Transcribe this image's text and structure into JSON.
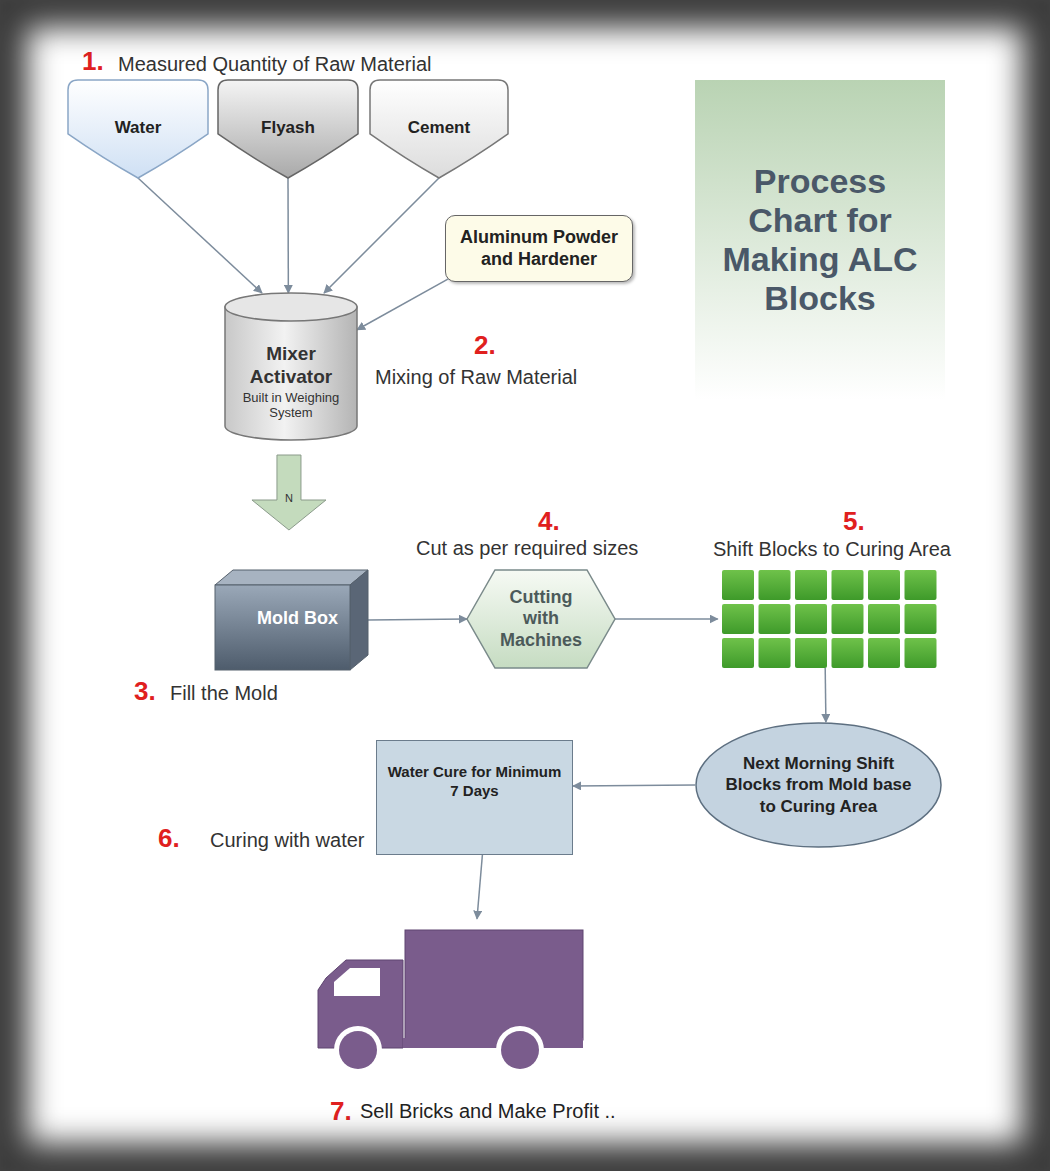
{
  "diagram": {
    "title": "Process Chart for Making ALC Blocks",
    "nodes": [
      {
        "text": [
          "Water"
        ]
      },
      {
        "text": [
          "Flyash"
        ]
      },
      {
        "text": [
          "Cement"
        ]
      },
      {
        "text": [
          "Aluminum Powder and Hardener"
        ]
      },
      {
        "text": [
          "Mixer Activator",
          "Built in Weighing System"
        ]
      },
      {
        "text": [
          "Mold Box"
        ]
      },
      {
        "text": [
          "Cutting with Machines"
        ]
      },
      {
        "text": [
          "Shift Blocks to Curing Area"
        ]
      },
      {
        "text": [
          "Next Morning Shift Blocks from Mold base to Curing Area"
        ]
      },
      {
        "text": [
          "Water Cure for Minimum 7 Days"
        ]
      },
      {
        "text": [
          "Sell Bricks and Make Profit .."
        ]
      }
    ],
    "edges": [
      {
        "from": 0,
        "to": 4,
        "arrow": "to"
      },
      {
        "from": 1,
        "to": 4,
        "arrow": "to"
      },
      {
        "from": 2,
        "to": 4,
        "arrow": "to"
      },
      {
        "from": 3,
        "to": 4,
        "arrow": "to"
      },
      {
        "from": 4,
        "to": 5,
        "label": "N",
        "arrow": "to"
      },
      {
        "from": 5,
        "to": 6,
        "arrow": "to"
      },
      {
        "from": 6,
        "to": 7,
        "arrow": "to"
      },
      {
        "from": 7,
        "to": 8,
        "arrow": "to"
      },
      {
        "from": 8,
        "to": 9,
        "arrow": "to"
      },
      {
        "from": 9,
        "to": 10,
        "arrow": "to"
      }
    ],
    "labels": [
      "1.",
      "Measured Quantity of Raw Material",
      "2.",
      "Mixing of Raw Material",
      "3.",
      "Fill the Mold",
      "4.",
      "Cut as per required sizes",
      "5.",
      "6.",
      "Curing with water",
      "7."
    ]
  }
}
